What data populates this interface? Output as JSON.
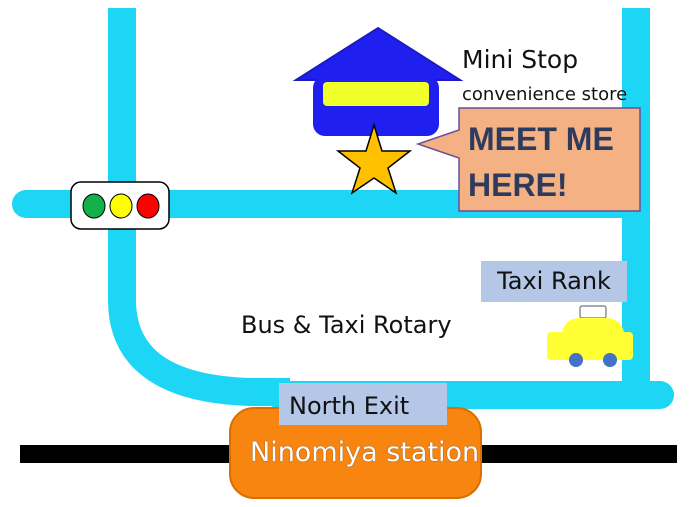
{
  "colors": {
    "road": "#1dd6f5",
    "railway": "#000000",
    "store": "#1f1ff0",
    "store_sign": "#f0ff2a",
    "star": "#ffc000",
    "callout": "#f4b183",
    "label_box": "#b4c7e7",
    "station": "#f7850f",
    "taxi": "#ffff33",
    "light_green": "#15b04a",
    "light_yellow": "#ffff00",
    "light_red": "#ff0000"
  },
  "labels": {
    "store_name": "Mini Stop",
    "store_type": "convenience store",
    "meet_here": "MEET ME HERE!",
    "taxi_rank": "Taxi Rank",
    "rotary": "Bus & Taxi Rotary",
    "north_exit": "North Exit",
    "station": "Ninomiya station"
  },
  "icons": [
    "store-icon",
    "star-icon",
    "traffic-light-icon",
    "taxi-icon"
  ]
}
